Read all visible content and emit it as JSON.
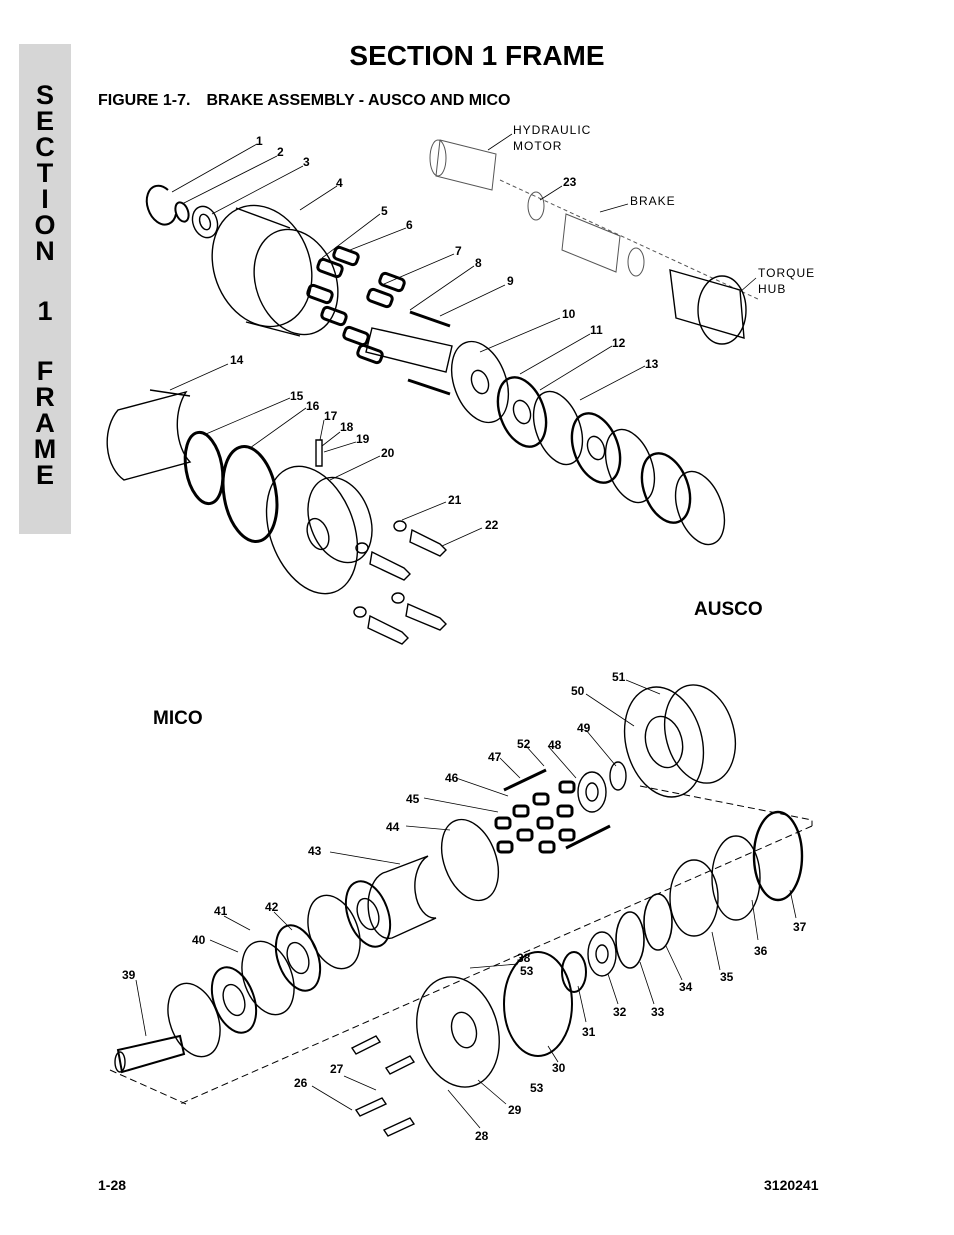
{
  "side_tab": {
    "letters": [
      "S",
      "E",
      "C",
      "T",
      "I",
      "O",
      "N",
      "",
      "1",
      "",
      "F",
      "R",
      "A",
      "M",
      "E"
    ]
  },
  "header": {
    "title": "SECTION 1  FRAME",
    "figure_number": "FIGURE 1-7.",
    "figure_title": "BRAKE ASSEMBLY - AUSCO AND MICO"
  },
  "ausco": {
    "variant_label": "AUSCO",
    "component_labels": {
      "hydraulic_motor": [
        "HYDRAULIC",
        "MOTOR"
      ],
      "brake": "BRAKE",
      "torque_hub": [
        "TORQUE",
        "HUB"
      ]
    },
    "callouts": [
      "1",
      "2",
      "3",
      "4",
      "5",
      "6",
      "7",
      "8",
      "9",
      "10",
      "11",
      "12",
      "13",
      "14",
      "15",
      "16",
      "17",
      "18",
      "19",
      "20",
      "21",
      "22",
      "23"
    ]
  },
  "mico": {
    "variant_label": "MICO",
    "callouts": [
      "26",
      "27",
      "28",
      "29",
      "30",
      "31",
      "32",
      "33",
      "34",
      "35",
      "36",
      "37",
      "38",
      "39",
      "40",
      "41",
      "42",
      "43",
      "44",
      "45",
      "46",
      "47",
      "48",
      "49",
      "50",
      "51",
      "52",
      "53",
      "53"
    ]
  },
  "footer": {
    "page_number": "1-28",
    "document_number": "3120241"
  },
  "colors": {
    "side_tab_bg": "#d6d6d6",
    "ink": "#000000"
  }
}
